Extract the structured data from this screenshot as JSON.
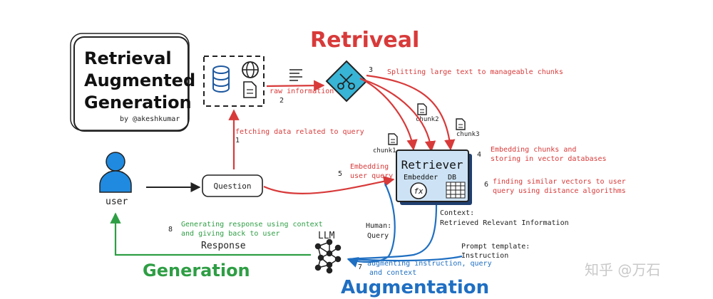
{
  "title": {
    "line1": "Retrieval",
    "line2": "Augmented",
    "line3": "Generation",
    "byline": "by @akeshkumar"
  },
  "sections": {
    "retrieval": "Retriveal",
    "augmentation": "Augmentation",
    "generation": "Generation"
  },
  "nodes": {
    "user": "user",
    "question": "Question",
    "retriever": "Retriever",
    "embedder": "Embedder",
    "db": "DB",
    "fx": "fx",
    "llm": "LLM",
    "response": "Response"
  },
  "chunks": [
    "chunk1",
    "chunk2",
    "chunk3"
  ],
  "steps": {
    "s1": {
      "num": "1",
      "text": "fetching data related to query"
    },
    "s2": {
      "num": "2",
      "text": "raw information"
    },
    "s3": {
      "num": "3",
      "text": "Splitting large text to manageable chunks"
    },
    "s4": {
      "num": "4",
      "line1": "Embedding chunks and",
      "line2": "storing in vector databases"
    },
    "s5": {
      "num": "5",
      "line1": "Embedding",
      "line2": "user query"
    },
    "s6": {
      "num": "6",
      "line1": "finding similar vectors to user",
      "line2": "query using distance algorithms"
    },
    "s7": {
      "num": "7",
      "line1": "augmenting instruction, query",
      "line2": "and context"
    },
    "s8": {
      "num": "8",
      "line1": "Generating response using context",
      "line2": "and giving back to user"
    }
  },
  "labels": {
    "human_query_1": "Human:",
    "human_query_2": "Query",
    "context_1": "Context:",
    "context_2": "Retrieved Relevant Information",
    "prompt_1": "Prompt template:",
    "prompt_2": "Instruction"
  },
  "watermark": "知乎 @万石",
  "colors": {
    "red": "#d83a3a",
    "blue": "#1f6fc2",
    "green": "#2e9e44",
    "teal": "#37b4d6",
    "retriever_fill": "#cde3f5"
  }
}
